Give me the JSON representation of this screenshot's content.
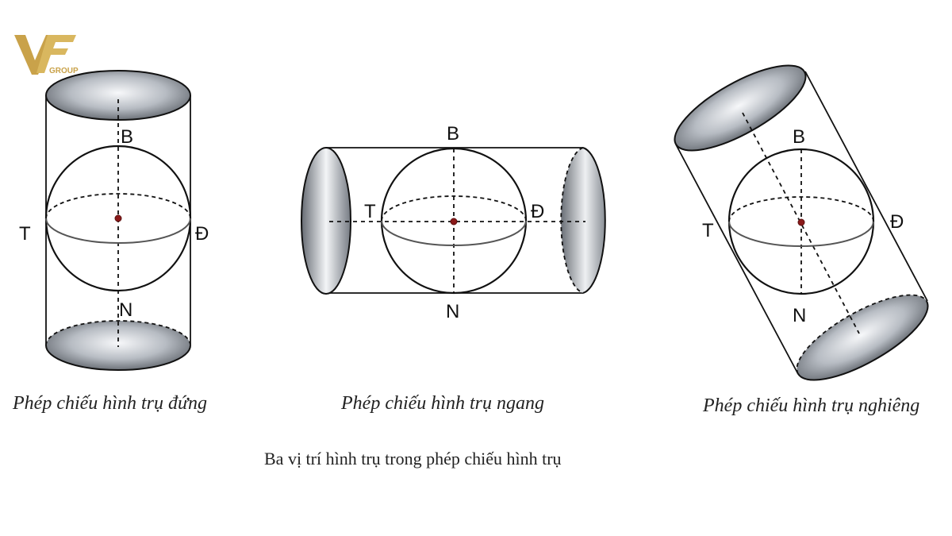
{
  "logo": {
    "text": "VF",
    "subtext": "GROUP"
  },
  "figures": [
    {
      "id": "vertical",
      "labels": {
        "top": "B",
        "bottom": "N",
        "left": "T",
        "right": "Đ"
      },
      "caption": "Phép chiếu hình trụ đứng"
    },
    {
      "id": "horizontal",
      "labels": {
        "top": "B",
        "bottom": "N",
        "left": "T",
        "right": "Đ"
      },
      "caption": "Phép chiếu hình trụ ngang"
    },
    {
      "id": "oblique",
      "labels": {
        "top": "B",
        "bottom": "N",
        "left": "T",
        "right": "Đ"
      },
      "caption": "Phép chiếu hình trụ nghiêng"
    }
  ],
  "title": "Ba vị trí hình trụ trong phép chiếu hình trụ",
  "colors": {
    "line": "#111111",
    "center_dot": "#8b1a1a",
    "logo": "#c9a24a",
    "shade_dark": "#5f646c",
    "shade_light": "#f4f6f8"
  }
}
